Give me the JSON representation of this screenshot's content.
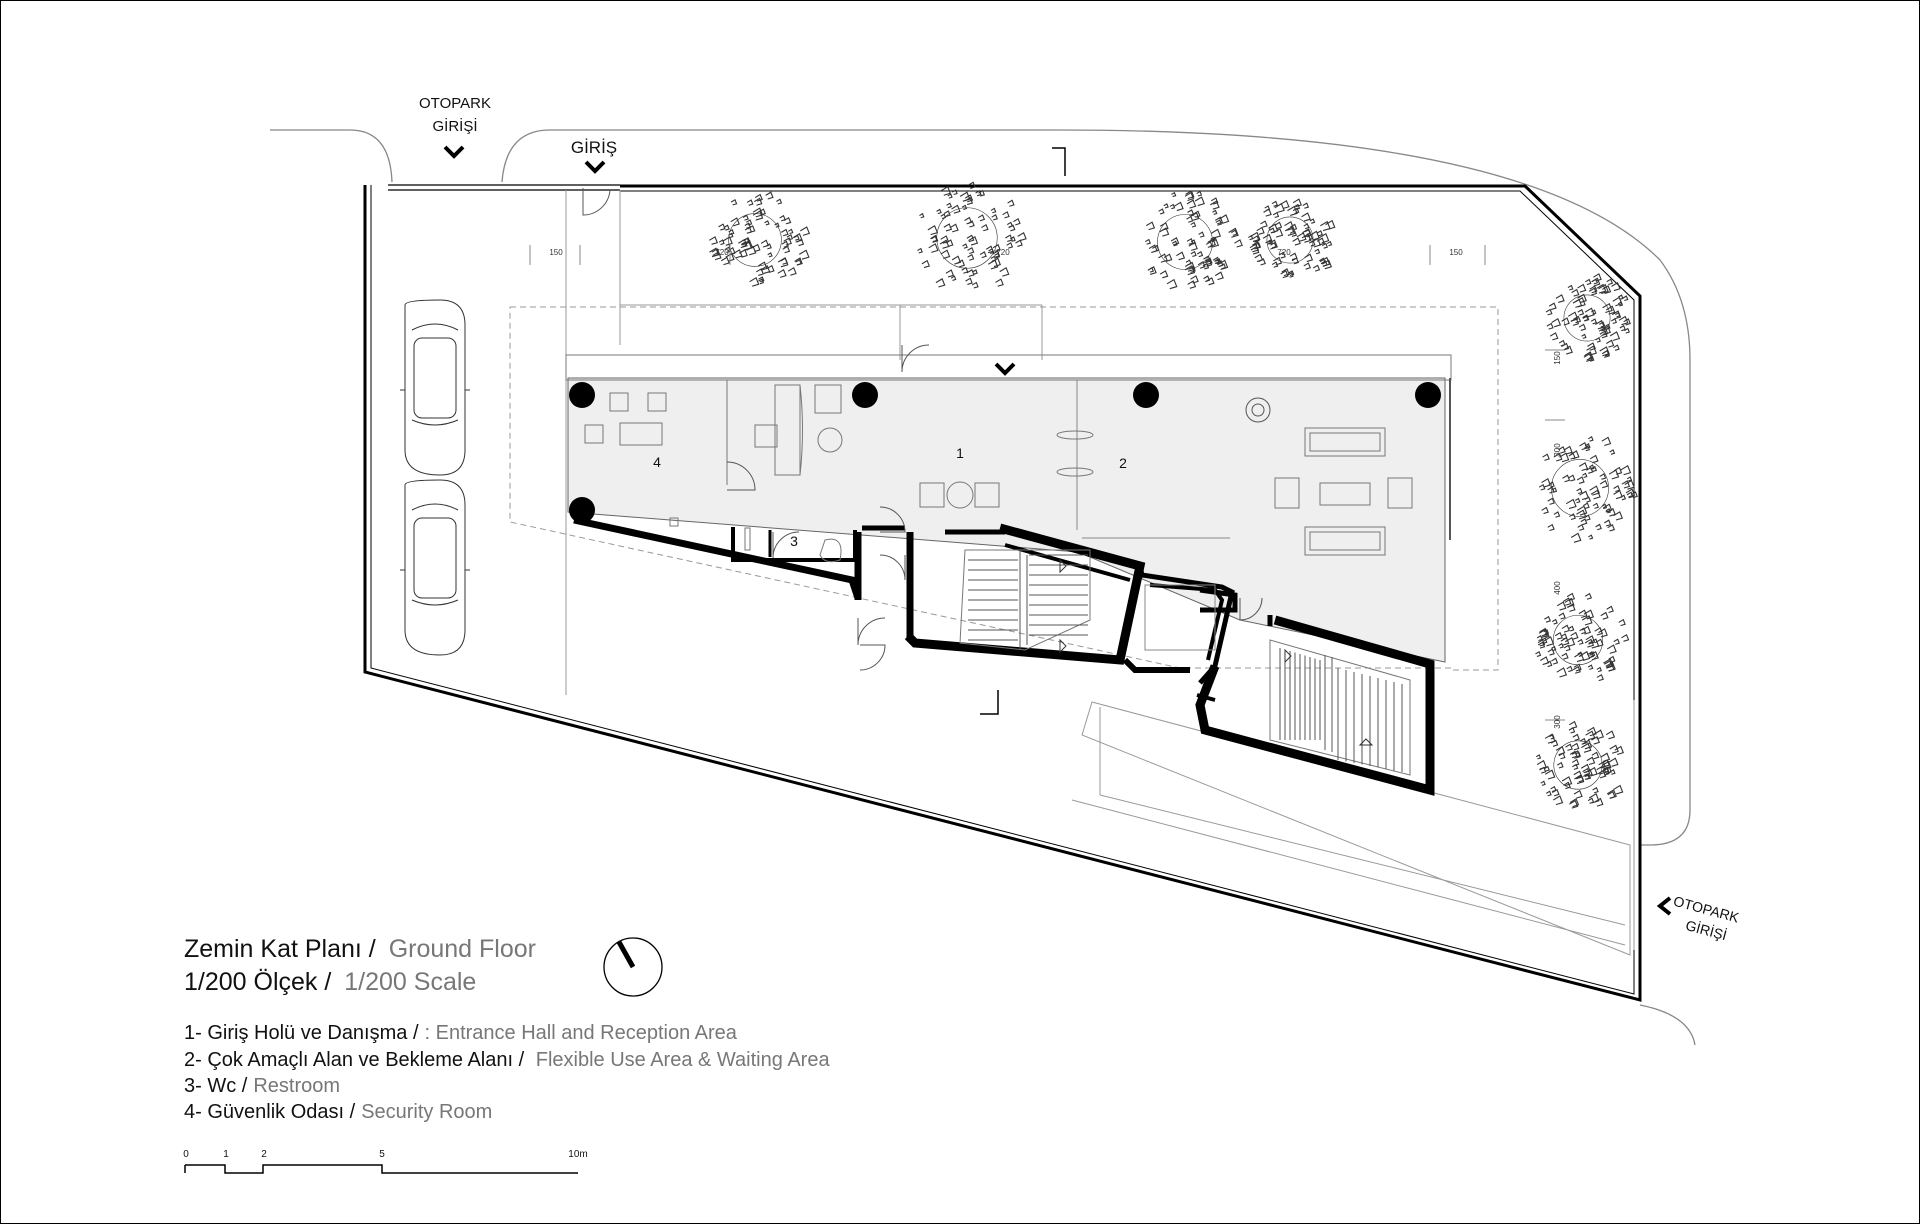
{
  "labels": {
    "parking_entry_top": [
      "OTOPARK",
      "GİRİŞİ"
    ],
    "entrance": "GİRİŞ",
    "parking_entry_right": [
      "OTOPARK",
      "GİRİŞİ"
    ]
  },
  "rooms": {
    "r1": "1",
    "r2": "2",
    "r3": "3",
    "r4": "4"
  },
  "dimensions": {
    "d1": "150",
    "d2": "720",
    "d3": "720",
    "d4": "720",
    "d5": "150",
    "d6": "150",
    "d7": "300",
    "d8": "400",
    "d9": "300"
  },
  "title": {
    "line1_tr": "Zemin Kat Planı /",
    "line1_en": "Ground Floor",
    "line2_tr": "1/200 Ölçek /",
    "line2_en": "1/200 Scale"
  },
  "legend": [
    {
      "tr": "1- Giriş Holü ve Danışma /",
      "en": ": Entrance Hall and Reception Area"
    },
    {
      "tr": "2- Çok Amaçlı Alan ve Bekleme Alanı /",
      "en": " Flexible Use Area & Waiting Area"
    },
    {
      "tr": "3- Wc /",
      "en": "Restroom"
    },
    {
      "tr": "4- Güvenlik Odası /",
      "en": "Security Room"
    }
  ],
  "scale_bar": {
    "ticks": [
      "0",
      "1",
      "2",
      "5",
      "10m"
    ]
  },
  "colors": {
    "wall": "#000000",
    "floor": "#efefef",
    "tree": "#333333",
    "secondary_text": "#777777"
  }
}
